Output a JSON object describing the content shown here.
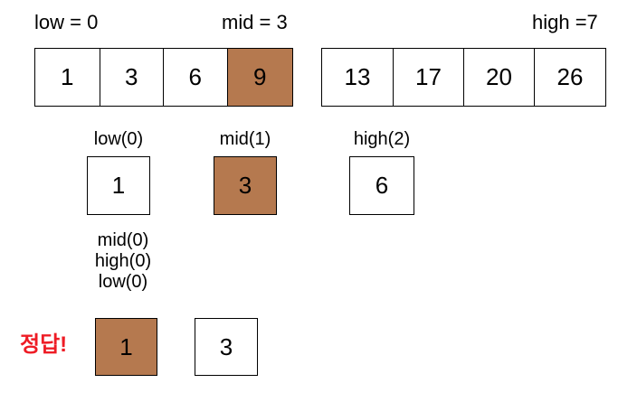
{
  "diagram": {
    "title_text": "binary-search-trace",
    "highlight_color": "#b5794f",
    "answer_color": "#ee1c25",
    "stage1": {
      "labels": {
        "low": "low = 0",
        "mid": "mid = 3",
        "high": "high =7"
      },
      "left_group": [
        "1",
        "3",
        "6",
        "9"
      ],
      "left_highlight_index": 3,
      "right_group": [
        "13",
        "17",
        "20",
        "26"
      ],
      "right_highlight_index": -1
    },
    "stage2": {
      "labels": {
        "low": "low(0)",
        "mid": "mid(1)",
        "high": "high(2)"
      },
      "cells": [
        {
          "value": "1",
          "highlight": false
        },
        {
          "value": "3",
          "highlight": true
        },
        {
          "value": "6",
          "highlight": false
        }
      ]
    },
    "stage3": {
      "stacked_labels": [
        "mid(0)",
        "high(0)",
        "low(0)"
      ],
      "answer_text": "정답!",
      "cells": [
        {
          "value": "1",
          "highlight": true
        },
        {
          "value": "3",
          "highlight": false
        }
      ]
    }
  }
}
